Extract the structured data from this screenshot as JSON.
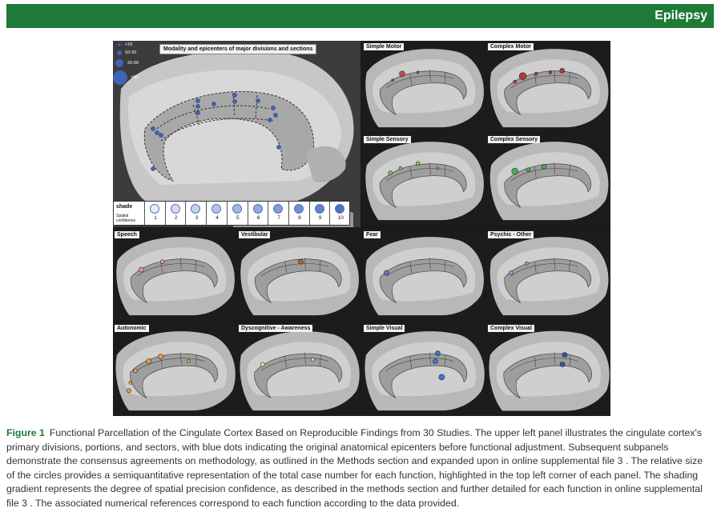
{
  "banner": {
    "title": "Epilepsy",
    "color": "#1e7a36"
  },
  "main_panel": {
    "title": "Modality and epicenters of major divisions and sections",
    "size_legend": [
      "<10",
      "10-20",
      "20-50",
      ">50"
    ],
    "dot_color": "#3d63b8",
    "shade_table": {
      "header": "shade",
      "subheader": "Spatial confidence",
      "levels": [
        "1",
        "2",
        "3",
        "4",
        "5",
        "6",
        "7",
        "8",
        "9",
        "10"
      ]
    }
  },
  "panels": [
    {
      "title": "Simple Motor",
      "color": "#c84a4a"
    },
    {
      "title": "Complex Motor",
      "color": "#b23a3a"
    },
    {
      "title": "Simple Sensory",
      "color": "#7ac85a"
    },
    {
      "title": "Complex Sensory",
      "color": "#4caf50"
    },
    {
      "title": "Speech",
      "color": "#e89aa0"
    },
    {
      "title": "Vestibular",
      "color": "#b5652a"
    },
    {
      "title": "Fear",
      "color": "#8a6ad0"
    },
    {
      "title": "Psychic - Other",
      "color": "#b28ae0"
    },
    {
      "title": "Autonomic",
      "color": "#f0a040"
    },
    {
      "title": "Dyscognitive - Awareness",
      "color": "#e8e0a0"
    },
    {
      "title": "Simple Visual",
      "color": "#3a7ad8"
    },
    {
      "title": "Complex Visual",
      "color": "#2a5ab0"
    }
  ],
  "caption": {
    "label": "Figure 1",
    "text": "Functional Parcellation of the Cingulate Cortex Based on Reproducible Findings from 30 Studies. The upper left panel illustrates the cingulate cortex's primary divisions, portions, and sectors, with blue dots indicating the original anatomical epicenters before functional adjustment. Subsequent subpanels demonstrate the consensus agreements on methodology, as outlined in the Methods section and expanded upon in online supplemental file 3 . The relative size of the circles provides a semiquantitative representation of the total case number for each function, highlighted in the top left corner of each panel. The shading gradient represents the degree of spatial precision confidence, as described in the methods section and further detailed for each function in online supplemental file 3 . The associated numerical references correspond to each function according to the data provided."
  }
}
